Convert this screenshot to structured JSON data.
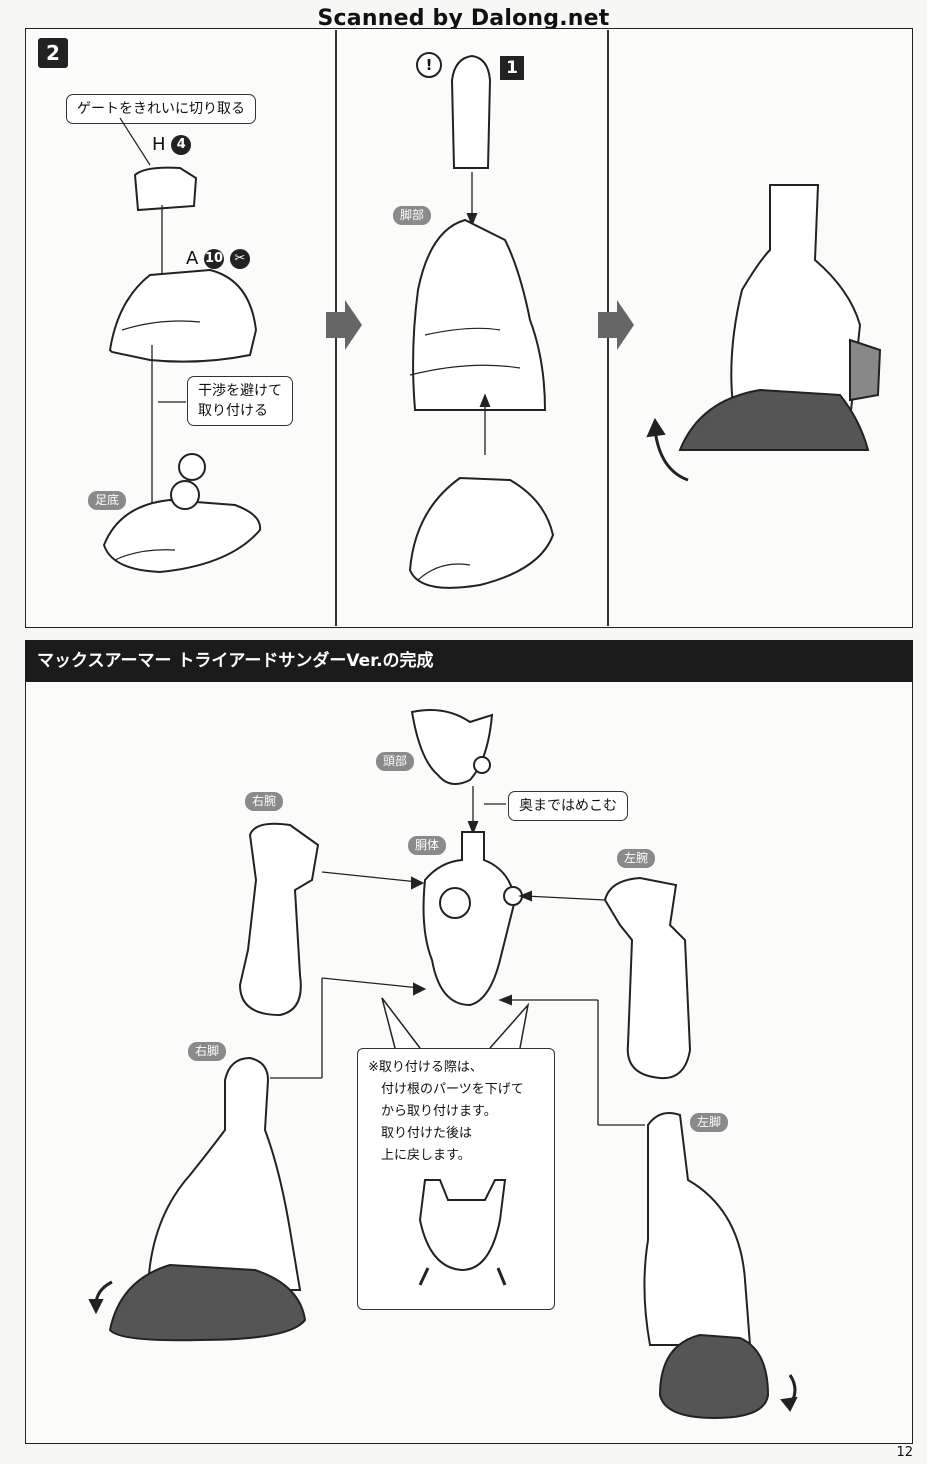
{
  "watermark": "Scanned by Dalong.net",
  "step": {
    "number": "2",
    "callout_gate": "ゲートをきれいに切り取る",
    "part_h": "H",
    "part_h_num": "4",
    "part_a": "A",
    "part_a_num": "10",
    "callout_avoid_line1": "干渉を避けて",
    "callout_avoid_line2": "取り付ける",
    "label_base": "足底",
    "label_leg": "脚部",
    "caution_mark": "!",
    "sub_number": "1"
  },
  "completion": {
    "title": "マックスアーマー トライアードサンダーVer.の完成",
    "label_head": "頭部",
    "label_torso": "胴体",
    "label_right_arm": "右腕",
    "label_left_arm": "左腕",
    "label_right_leg": "右脚",
    "label_left_leg": "左脚",
    "callout_insert": "奥まではめこむ",
    "note_lines": [
      "※取り付ける際は、",
      "付け根のパーツを下げて",
      "から取り付けます。",
      "取り付けた後は",
      "上に戻します。"
    ]
  },
  "page_number": "12"
}
